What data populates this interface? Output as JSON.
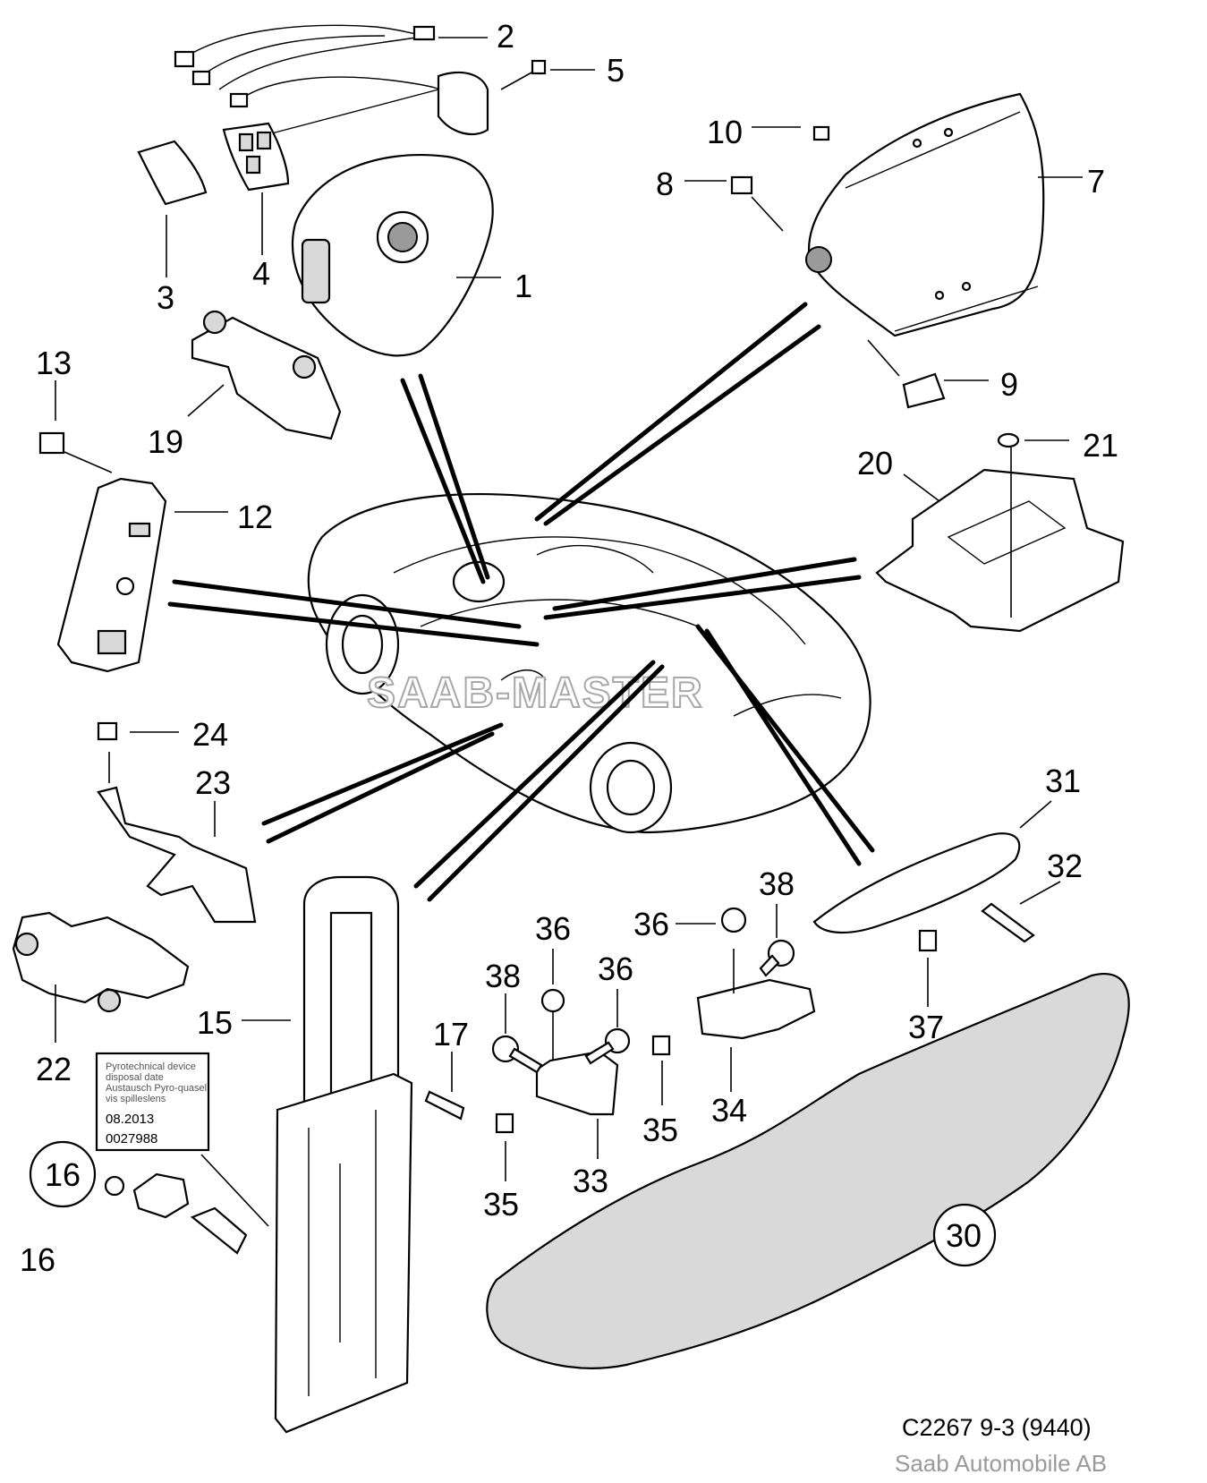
{
  "callouts": [
    "1",
    "2",
    "3",
    "4",
    "5",
    "7",
    "8",
    "9",
    "10",
    "12",
    "13",
    "15",
    "16",
    "16",
    "17",
    "19",
    "20",
    "21",
    "22",
    "23",
    "24",
    "30",
    "31",
    "32",
    "33",
    "34",
    "35",
    "35",
    "36",
    "36",
    "36",
    "37",
    "38",
    "38"
  ],
  "watermark": "SAAB-MASTER",
  "label_card": {
    "line1": "Pyrotechnical device",
    "line2": "disposal date",
    "line3": "Austausch Pyro-quasel",
    "line4": "vis spilleslens",
    "date": "08.2013",
    "number": "0027988"
  },
  "footer": {
    "code": "C2267 9-3 (9440)",
    "company": "Saab Automobile AB"
  }
}
